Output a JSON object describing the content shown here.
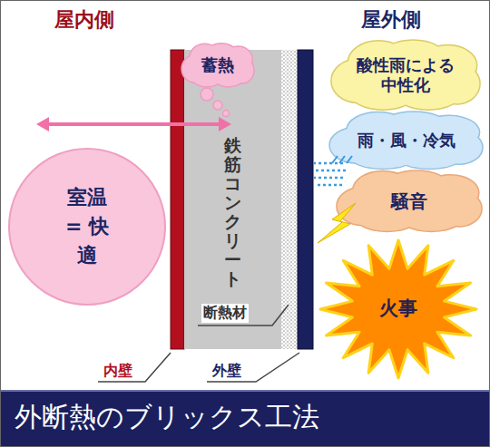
{
  "diagram": {
    "title": "外断熱のブリックス工法",
    "nodes": [
      {
        "text": [
          "室温 = 快適"
        ]
      },
      {
        "text": [
          "蓄熱"
        ]
      },
      {
        "text": [
          "鉄筋コンクリート"
        ]
      },
      {
        "text": [
          "酸性雨による中性化"
        ]
      },
      {
        "text": [
          "雨・風・冷気"
        ]
      },
      {
        "text": [
          "騒音"
        ]
      },
      {
        "text": [
          "火事"
        ]
      }
    ],
    "edges": [
      {
        "from": 0,
        "to": 2,
        "arrow": "both"
      }
    ],
    "labels": [
      "屋内側",
      "屋外側",
      "内壁",
      "外壁",
      "断熱材"
    ]
  }
}
